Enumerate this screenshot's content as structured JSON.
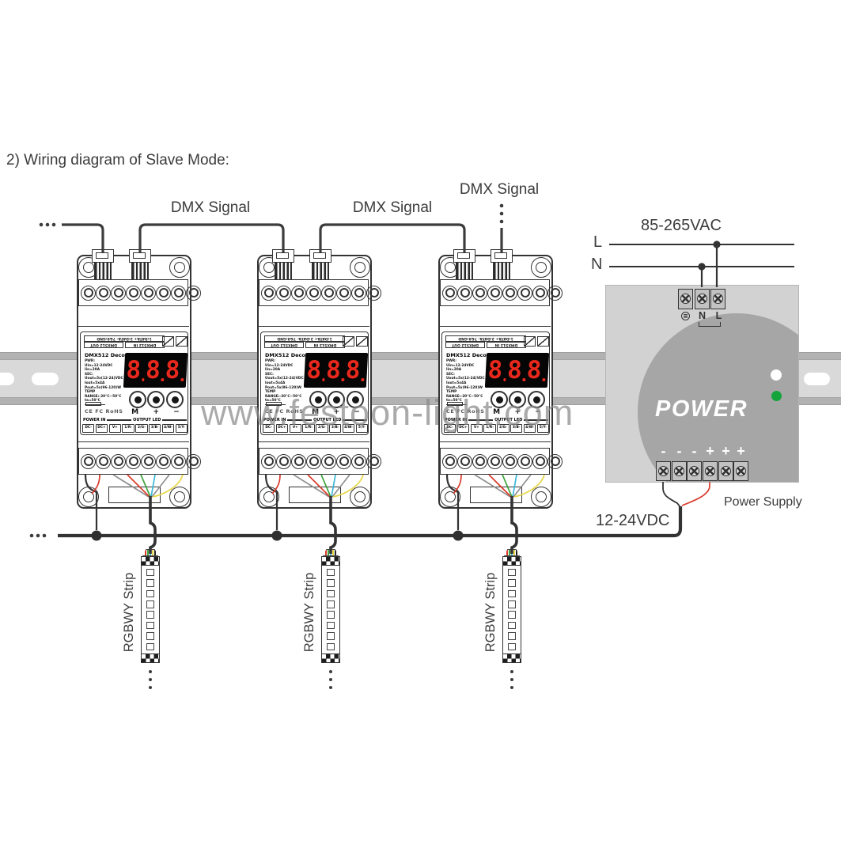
{
  "title": "2) Wiring diagram of Slave Mode:",
  "watermark": "www.festoon-light.com",
  "labels": {
    "dmx_signal": "DMX Signal",
    "rgbwy_strip": "RGBWY Strip"
  },
  "decoder": {
    "name": "DMX512 Decoder",
    "header": {
      "gnd_label": "1:DATA+ 2:DATA- 7&8:GND",
      "out_label": "DMX512 OUT",
      "in_label": "DMX512 IN"
    },
    "specs": [
      "PWR:",
      "Uin=12-24VDC",
      "Iin=20A",
      "SEC:",
      "Uout=5x(12-24)VDC",
      "Iout=5x4A",
      "Pout=5x(96-120)W",
      "TEMP RANGE:-20°C~50°C",
      "ta=50°C"
    ],
    "certifications": "CE FC RoHS",
    "display": [
      "8",
      "8",
      "8"
    ],
    "buttons": [
      "M",
      "+",
      "−"
    ],
    "power_in_label": "POWER IN",
    "output_led_label": "OUTPUT LED",
    "terminals": [
      "DC-",
      "DC+",
      "V+",
      "1/R-",
      "2/G-",
      "3/B-",
      "4/W-",
      "5/Y-"
    ]
  },
  "psu": {
    "power_label": "POWER",
    "caption": "Power Supply",
    "input_voltage": "85-265VAC",
    "output_voltage": "12-24VDC",
    "line_label": "L",
    "neutral_label": "N",
    "ground_symbol": "≡",
    "top_terminal_labels": [
      "N",
      "L"
    ],
    "polarity_labels": [
      "-",
      "-",
      "-",
      "+",
      "+",
      "+"
    ]
  },
  "colors": {
    "line": "#3c3c3c",
    "wire-black": "#333333",
    "wire-red": "#d93a2b",
    "wire-green": "#3fa33f",
    "wire-cyan": "#3ab7d8",
    "wire-yellow": "#e6d84a",
    "wire-gray": "#8f8f8f",
    "display": "#e8281c",
    "led-green": "#15a43c",
    "rail": "#d9d9d9",
    "psu-body": "#d2d2d2",
    "psu-blob": "#a6a6a6"
  }
}
